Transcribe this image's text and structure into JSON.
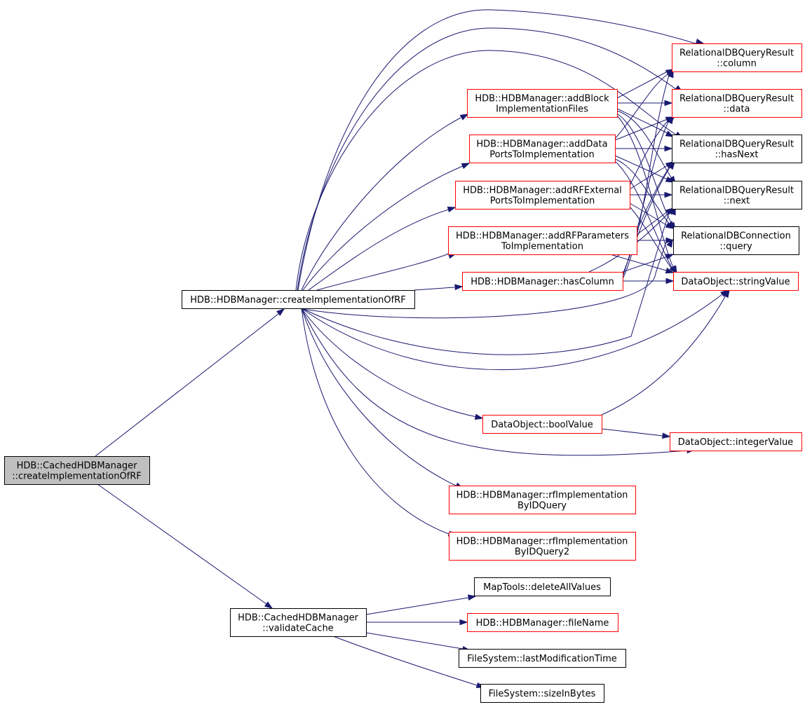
{
  "colors": {
    "edge": "#191970",
    "border_linked": "#ff0000",
    "border_plain": "#000000",
    "root_fill": "#bfbfbf",
    "node_fill": "#ffffff"
  },
  "nodes": {
    "root": [
      "HDB::CachedHDBManager",
      "::createImplementationOfRF"
    ],
    "createImpl": [
      "HDB::HDBManager::createImplementationOfRF"
    ],
    "validateCache": [
      "HDB::CachedHDBManager",
      "::validateCache"
    ],
    "addBlockImpl": [
      "HDB::HDBManager::addBlock",
      "ImplementationFiles"
    ],
    "addDataPorts": [
      "HDB::HDBManager::addData",
      "PortsToImplementation"
    ],
    "addRFExternal": [
      "HDB::HDBManager::addRFExternal",
      "PortsToImplementation"
    ],
    "addRFParams": [
      "HDB::HDBManager::addRFParameters",
      "ToImplementation"
    ],
    "hasColumn": [
      "HDB::HDBManager::hasColumn"
    ],
    "boolValue": [
      "DataObject::boolValue"
    ],
    "rfImplQuery": [
      "HDB::HDBManager::rfImplementation",
      "ByIDQuery"
    ],
    "rfImplQuery2": [
      "HDB::HDBManager::rfImplementation",
      "ByIDQuery2"
    ],
    "column": [
      "RelationalDBQueryResult",
      "::column"
    ],
    "data": [
      "RelationalDBQueryResult",
      "::data"
    ],
    "hasNext": [
      "RelationalDBQueryResult",
      "::hasNext"
    ],
    "next": [
      "RelationalDBQueryResult",
      "::next"
    ],
    "query": [
      "RelationalDBConnection",
      "::query"
    ],
    "stringValue": [
      "DataObject::stringValue"
    ],
    "integerValue": [
      "DataObject::integerValue"
    ],
    "deleteAllValues": [
      "MapTools::deleteAllValues"
    ],
    "fileName": [
      "HDB::HDBManager::fileName"
    ],
    "lastModTime": [
      "FileSystem::lastModificationTime"
    ],
    "sizeInBytes": [
      "FileSystem::sizeInBytes"
    ]
  }
}
